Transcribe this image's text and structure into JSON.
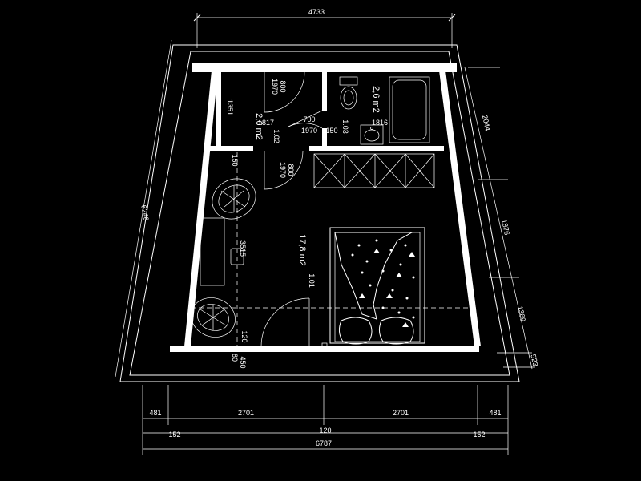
{
  "colors": {
    "background": "#000000",
    "lines": "#ffffff"
  },
  "dimensions": {
    "top_width": "4733",
    "bottom_total": "6787",
    "bottom_segments": [
      "481",
      "2701",
      "2701",
      "481"
    ],
    "bottom_second_row": [
      "152",
      "120",
      "152"
    ],
    "left_slant": "6246",
    "right_segments": [
      "2044",
      "1876",
      "1369",
      "523"
    ],
    "door_wc_width": "800",
    "door_wc_height": "1970",
    "door_wc_to_bath_width": "700",
    "door_wc_to_bath_height": "1970",
    "door_room_width": "800",
    "door_room_height": "1970",
    "wc_height": "1351",
    "wc_width": "1817",
    "wc_clear_height": "1.02",
    "bath_width": "1816",
    "bath_clear_height": "1.03",
    "partition_gap": "150",
    "wall_gap_left": "150",
    "room_depth": "3515",
    "room_clear_height": "1.01",
    "lower_right_gap": "120",
    "lower_left_80": "80",
    "lower_left_450": "450"
  },
  "rooms": {
    "wc_area": "2,6 m2",
    "bath_area": "2,6 m2",
    "main_area": "17,8 m2"
  }
}
